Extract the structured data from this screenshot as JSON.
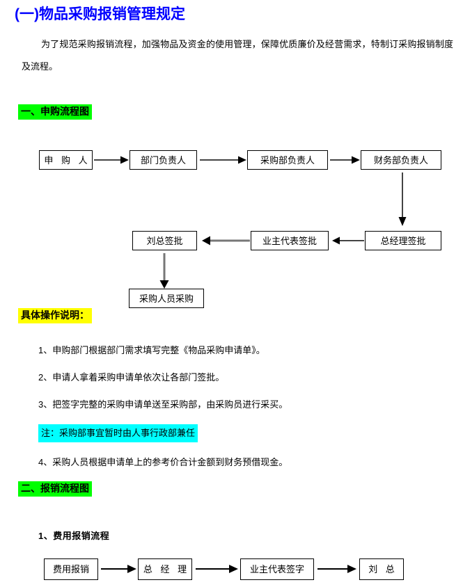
{
  "document": {
    "title": "(一)物品采购报销管理规定",
    "title_color": "#0000ff",
    "intro": "为了规范采购报销流程，加强物品及资金的使用管理，保障优质廉价及经营需求，特制订采购报销制度及流程。"
  },
  "highlight_colors": {
    "green": "#00ff00",
    "yellow": "#ffff00",
    "cyan": "#00ffff"
  },
  "section1": {
    "heading": "一、申购流程图",
    "flow_row1": [
      {
        "label": "申 购 人"
      },
      {
        "label": "部门负责人"
      },
      {
        "label": "采购部负责人"
      },
      {
        "label": "财务部负责人"
      }
    ],
    "flow_row2": [
      {
        "label": "总经理签批"
      },
      {
        "label": "业主代表签批"
      },
      {
        "label": "刘总签批"
      }
    ],
    "flow_row3": [
      {
        "label": "采购人员采购"
      }
    ]
  },
  "operations": {
    "heading": "具体操作说明：",
    "items": [
      "1、申购部门根据部门需求填写完整《物品采购申请单》。",
      "2、申请人拿着采购申请单依次让各部门签批。",
      "3、把签字完整的采购申请单送至采购部，由采购员进行采买。",
      "4、采购人员根据申请单上的参考价合计金额到财务预借现金。"
    ],
    "note": "注：采购部事宜暂时由人事行政部兼任"
  },
  "section2": {
    "heading": "二、报销流程图",
    "sub_heading": "1、费用报销流程",
    "flow_row": [
      {
        "label": "费用报销"
      },
      {
        "label": "总 经 理"
      },
      {
        "label": "业主代表签字"
      },
      {
        "label": "刘  总"
      }
    ]
  }
}
